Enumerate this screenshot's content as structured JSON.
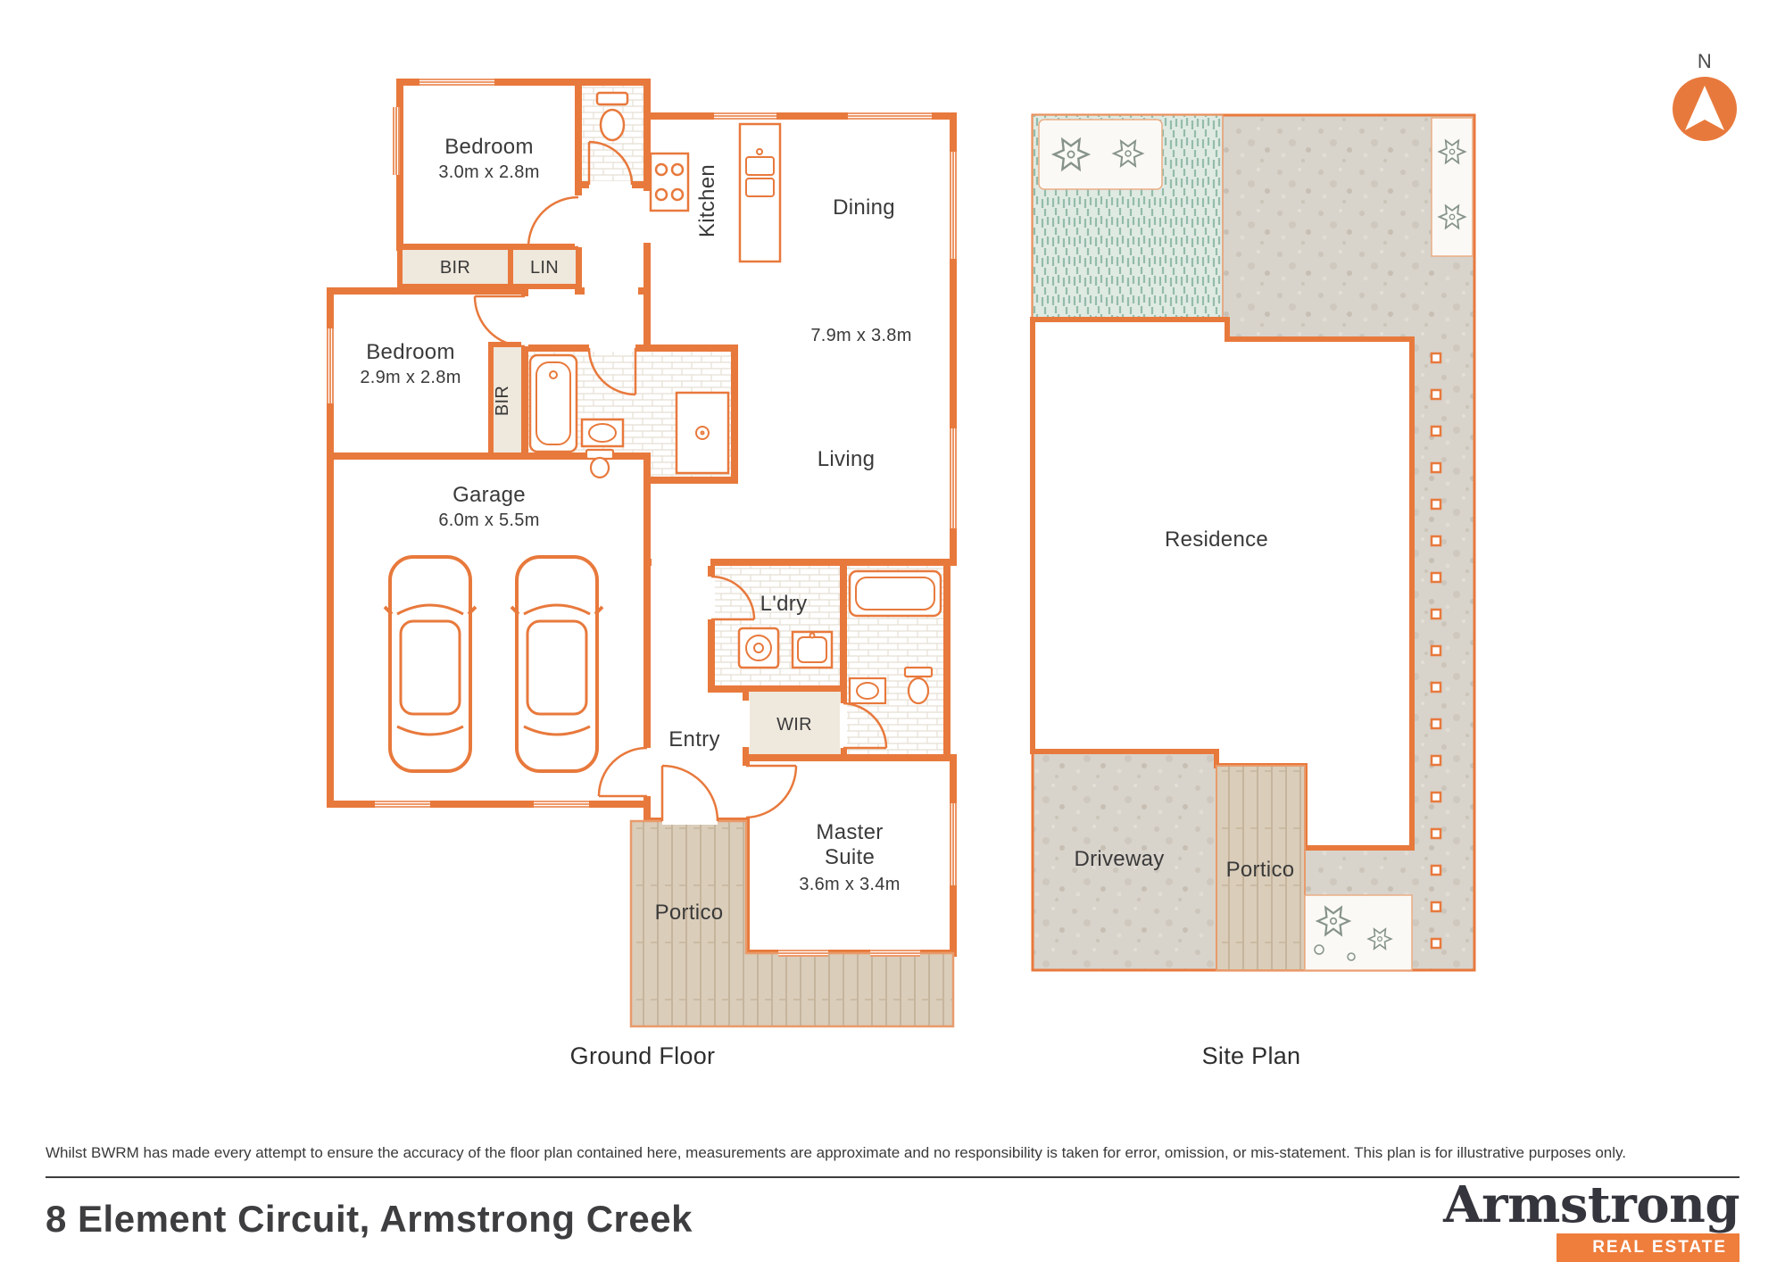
{
  "north": {
    "label": "N"
  },
  "ground_floor": {
    "title": "Ground Floor",
    "rooms": {
      "bedroom1": {
        "name": "Bedroom",
        "dims": "3.0m x 2.8m"
      },
      "bir1": "BIR",
      "lin": "LIN",
      "kitchen": "Kitchen",
      "dining": "Dining",
      "living": {
        "name": "Living",
        "dims": "7.9m x 3.8m"
      },
      "bedroom2": {
        "name": "Bedroom",
        "dims": "2.9m x 2.8m"
      },
      "bir2": "BIR",
      "garage": {
        "name": "Garage",
        "dims": "6.0m x 5.5m"
      },
      "laundry": "L'dry",
      "entry": "Entry",
      "wir": "WIR",
      "master": {
        "name_line1": "Master",
        "name_line2": "Suite",
        "dims": "3.6m x 3.4m"
      },
      "portico": "Portico"
    }
  },
  "site_plan": {
    "title": "Site Plan",
    "residence": "Residence",
    "driveway": "Driveway",
    "portico": "Portico"
  },
  "footer": {
    "disclaimer": "Whilst BWRM  has made every attempt to ensure the accuracy of the floor plan contained here, measurements are approximate and no responsibility is taken for error, omission, or mis-statement. This plan is for illustrative purposes only.",
    "address": "8 Element Circuit, Armstrong Creek"
  },
  "brand": {
    "name": "Armstrong",
    "tagline": "REAL ESTATE"
  },
  "colors": {
    "wall": "#E8793C",
    "brand_orange": "#EF7D3C",
    "text": "#3A3A3A",
    "closet_fill": "#EFE8DC",
    "timber": "#DACDBA",
    "grass": "#DFEAE3",
    "concrete": "#D8D3CB"
  }
}
